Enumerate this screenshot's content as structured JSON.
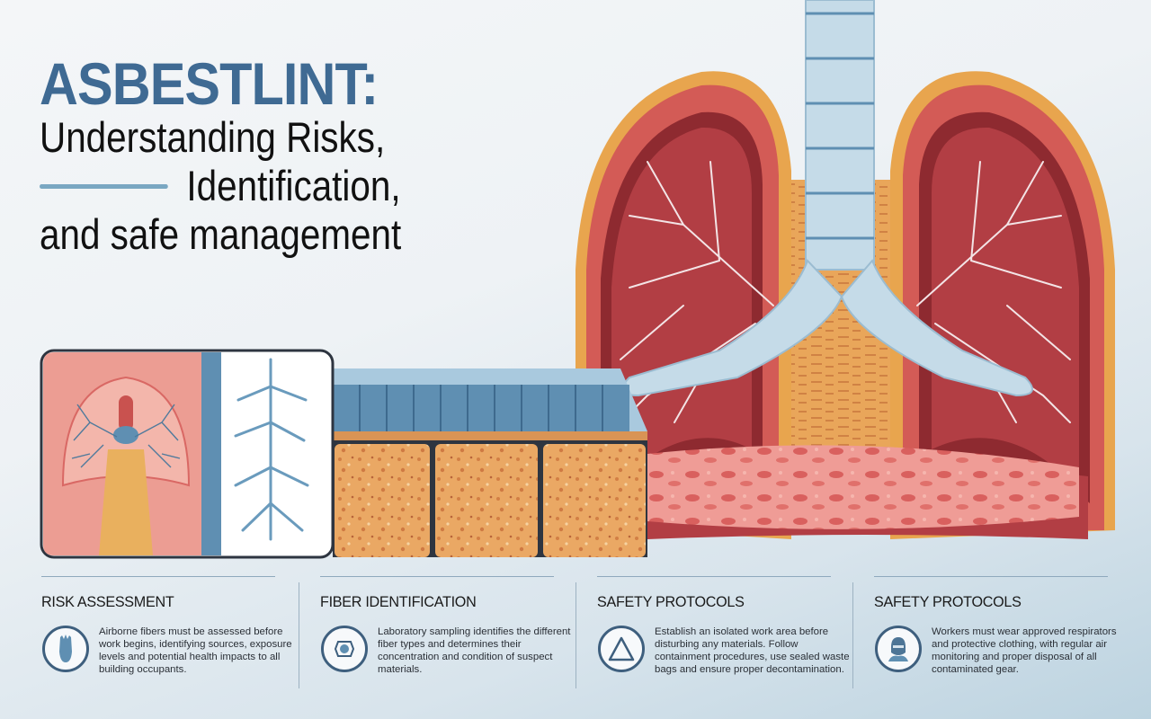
{
  "header": {
    "title": "ASBESTLINT:",
    "subtitle_line1": "Understanding Risks,",
    "subtitle_line2": "Identification,",
    "subtitle_line3": "and safe management"
  },
  "colors": {
    "title_blue": "#3f6a93",
    "accent_rule": "#7aa7c2",
    "lung_red": "#c9524f",
    "lung_dark": "#8e2a30",
    "lung_outline": "#e8a54e",
    "trachea_blue": "#c5dbe8",
    "insulation_orange": "#eaa864",
    "icon_stroke": "#3e5f7e"
  },
  "illustration": {
    "panels": [
      {
        "name": "lung-inset",
        "description": "Small lung cross-section with blue bronchial tree"
      },
      {
        "name": "fiber-inset",
        "description": "Branching blue fiber on white"
      },
      {
        "name": "insulation-blocks",
        "description": "Three porous orange insulation blocks under a blue layer"
      },
      {
        "name": "lungs-main",
        "description": "Large pair of lungs with trachea and bronchi"
      }
    ]
  },
  "cards": [
    {
      "title": "RISK ASSESSMENT",
      "icon": "fiber-bundle-icon",
      "body": "Airborne fibers must be assessed before work begins, identifying sources, exposure levels and potential health impacts to all building occupants."
    },
    {
      "title": "FIBER IDENTIFICATION",
      "icon": "magnifier-sample-icon",
      "body": "Laboratory sampling identifies the different fiber types and determines their concentration and condition of suspect materials."
    },
    {
      "title": "SAFETY PROTOCOLS",
      "icon": "warning-triangle-icon",
      "body": "Establish an isolated work area before disturbing any materials. Follow containment procedures, use sealed waste bags and ensure proper decontamination."
    },
    {
      "title": "SAFETY PROTOCOLS",
      "icon": "protective-mask-icon",
      "body": "Workers must wear approved respirators and protective clothing, with regular air monitoring and proper disposal of all contaminated gear."
    }
  ]
}
